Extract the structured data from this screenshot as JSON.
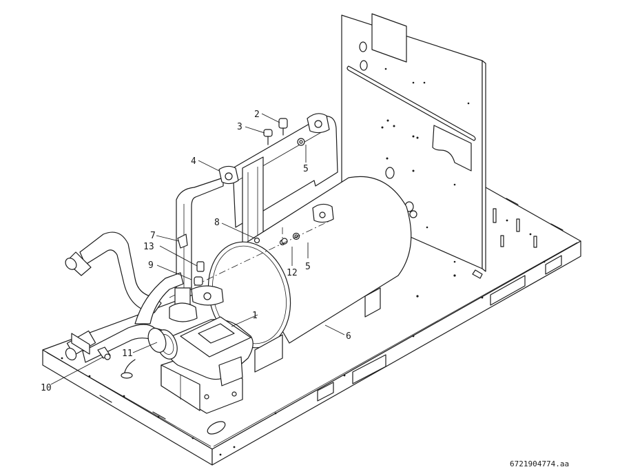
{
  "drawing_code": "6721904774.aa",
  "callouts": {
    "c1": "1",
    "c2": "2",
    "c3": "3",
    "c4": "4",
    "c5a": "5",
    "c5b": "5",
    "c6": "6",
    "c7": "7",
    "c8": "8",
    "c9": "9",
    "c10": "10",
    "c11": "11",
    "c12": "12",
    "c13": "13"
  }
}
